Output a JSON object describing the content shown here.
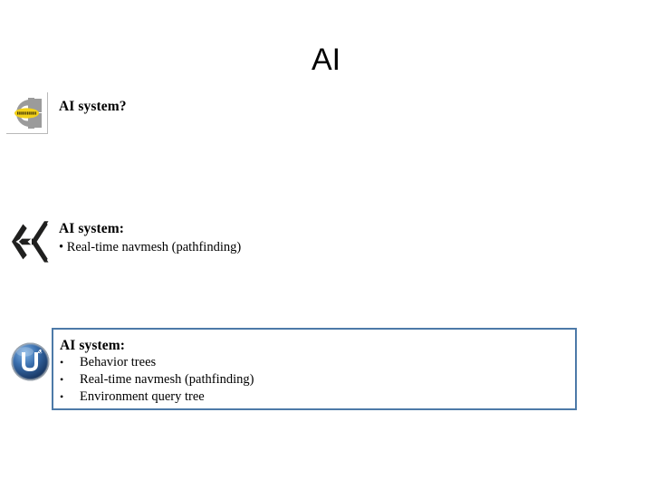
{
  "slide": {
    "title": "AI",
    "background_color": "#ffffff",
    "accent_box_color": "#4d7aa8"
  },
  "blocks": [
    {
      "engine": "CryEngine",
      "icon": "cryengine-logo-icon",
      "heading": "AI system?",
      "bullets": [],
      "boxed": false
    },
    {
      "engine": "Unity",
      "icon": "unity-logo-icon",
      "heading": "AI system:",
      "bullets": [
        "Real-time navmesh (pathfinding)"
      ],
      "bullet_glyph": "•",
      "boxed": false
    },
    {
      "engine": "Unreal Engine 4",
      "icon": "unreal-engine-logo-icon",
      "heading": "AI system:",
      "bullets": [
        "Behavior trees",
        "Real-time navmesh (pathfinding)",
        "Environment query tree"
      ],
      "bullet_glyph": "•",
      "boxed": true
    }
  ],
  "colors": {
    "cryengine_grey": "#9a9a9a",
    "cryengine_yellow": "#f2d11a",
    "unity_dark": "#20201f",
    "unreal_blue": "#2a5c9e",
    "box_border": "#4d7aa8",
    "text": "#000000"
  }
}
